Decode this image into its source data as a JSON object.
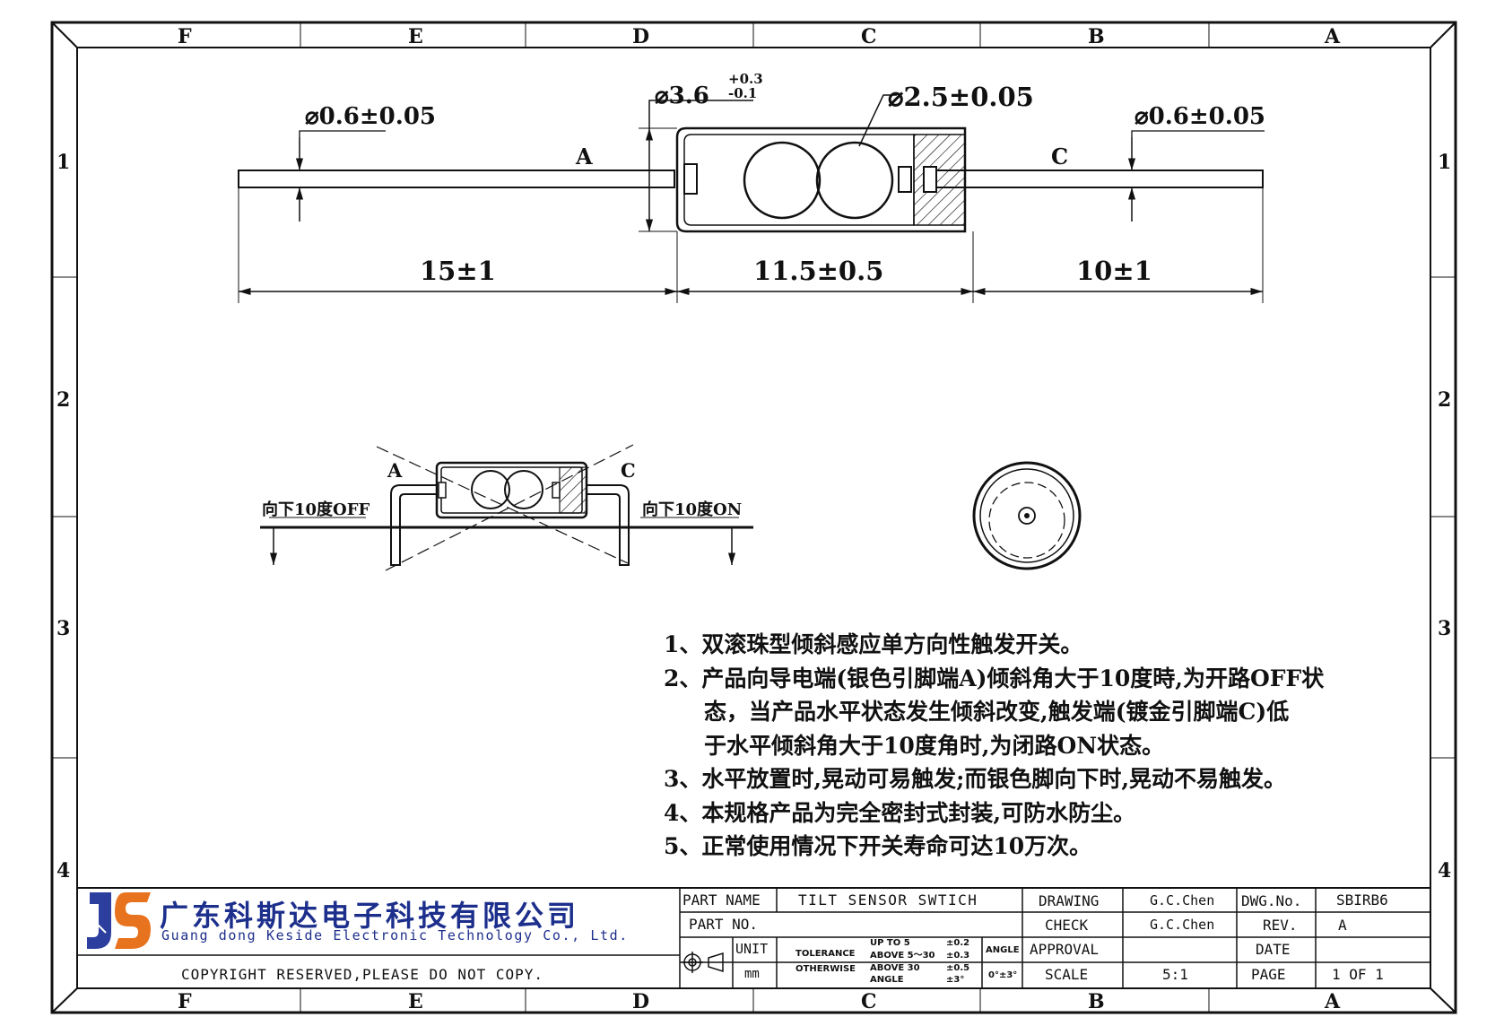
{
  "zones": {
    "columns": [
      "F",
      "E",
      "D",
      "C",
      "B",
      "A"
    ],
    "rows": [
      "1",
      "2",
      "3",
      "4"
    ]
  },
  "top_view": {
    "lead_dia_left": "⌀0.6±0.05",
    "body_dia_base": "⌀3.6",
    "body_dia_tol_upper": "+0.3",
    "body_dia_tol_lower": "-0.1",
    "ball_dia": "⌀2.5±0.05",
    "lead_dia_right": "⌀0.6±0.05",
    "pin_a": "A",
    "pin_c": "C",
    "len_left": "15±1",
    "len_body": "11.5±0.5",
    "len_right": "10±1"
  },
  "tilt_view": {
    "pin_a": "A",
    "pin_c": "C",
    "label_off": "向下10度OFF",
    "label_on": "向下10度ON"
  },
  "notes": [
    "1、双滚珠型倾斜感应单方向性触发开关。",
    "2、产品向导电端(银色引脚端A)倾斜角大于10度時,为开路OFF状",
    "态，当产品水平状态发生倾斜改变,触发端(镀金引脚端C)低",
    "于水平倾斜角大于10度角时,为闭路ON状态。",
    "3、水平放置时,晃动可易触发;而银色脚向下时,晃动不易触发。",
    "4、本规格产品为完全密封式封装,可防水防尘。",
    "5、正常使用情况下开关寿命可达10万次。"
  ],
  "company": {
    "name_cn": "广东科斯达电子科技有限公司",
    "name_en": "Guang dong Keside  Electronic Technology Co., Ltd.",
    "copyright": "COPYRIGHT RESERVED,PLEASE DO NOT COPY."
  },
  "title_block": {
    "part_name_label": "PART NAME",
    "part_name": "TILT SENSOR SWTICH",
    "part_no_label": "PART NO.",
    "part_no": "",
    "unit_label": "UNIT",
    "unit_value": "mm",
    "tolerance_label": "TOLERANCE",
    "otherwise_label": "OTHERWISE",
    "tol_up_to_5": "UP TO 5",
    "tol_up_to_5_val": "±0.2",
    "tol_above_5_30": "ABOVE 5～30",
    "tol_above_5_30_val": "±0.3",
    "tol_above_30": "ABOVE 30",
    "tol_above_30_val": "±0.5",
    "tol_angle": "ANGLE",
    "tol_angle_val": "±3°",
    "angle_label": "ANGLE",
    "angle_value": "0°±3°",
    "drawing_label": "DRAWING",
    "drawing_by": "G.C.Chen",
    "check_label": "CHECK",
    "check_by": "G.C.Chen",
    "approval_label": "APPROVAL",
    "approval_by": "",
    "scale_label": "SCALE",
    "scale_value": "5:1",
    "dwg_no_label": "DWG.No.",
    "dwg_no": "SBIRB6",
    "rev_label": "REV.",
    "rev": "A",
    "date_label": "DATE",
    "date": "",
    "page_label": "PAGE",
    "page": "1 OF 1"
  },
  "colors": {
    "ink": "#111111",
    "logo_blue": "#2c3e9e",
    "logo_orange": "#e8731e",
    "brand_text": "#1d2f8c"
  }
}
